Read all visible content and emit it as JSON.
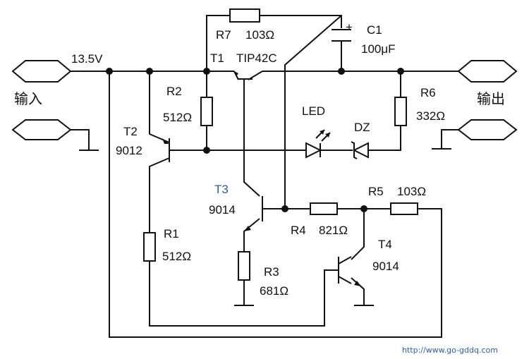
{
  "supply_voltage": "13.5V",
  "terminals": {
    "input": "输入",
    "output": "输出"
  },
  "components": {
    "R7": {
      "ref": "R7",
      "value": "103Ω"
    },
    "T1": {
      "ref": "T1",
      "value": "TIP42C"
    },
    "C1": {
      "ref": "C1",
      "value": "100μF",
      "polarity": "+"
    },
    "R2": {
      "ref": "R2",
      "value": "512Ω"
    },
    "R6": {
      "ref": "R6",
      "value": "332Ω"
    },
    "LED": {
      "ref": "LED"
    },
    "DZ": {
      "ref": "DZ"
    },
    "T2": {
      "ref": "T2",
      "value": "9012"
    },
    "T3": {
      "ref": "T3",
      "value": "9014"
    },
    "R5": {
      "ref": "R5",
      "value": "103Ω"
    },
    "R4": {
      "ref": "R4",
      "value": "821Ω"
    },
    "R1": {
      "ref": "R1",
      "value": "512Ω"
    },
    "T4": {
      "ref": "T4",
      "value": "9014"
    },
    "R3": {
      "ref": "R3",
      "value": "681Ω"
    }
  },
  "watermark": "http://www.go-gddq.com"
}
